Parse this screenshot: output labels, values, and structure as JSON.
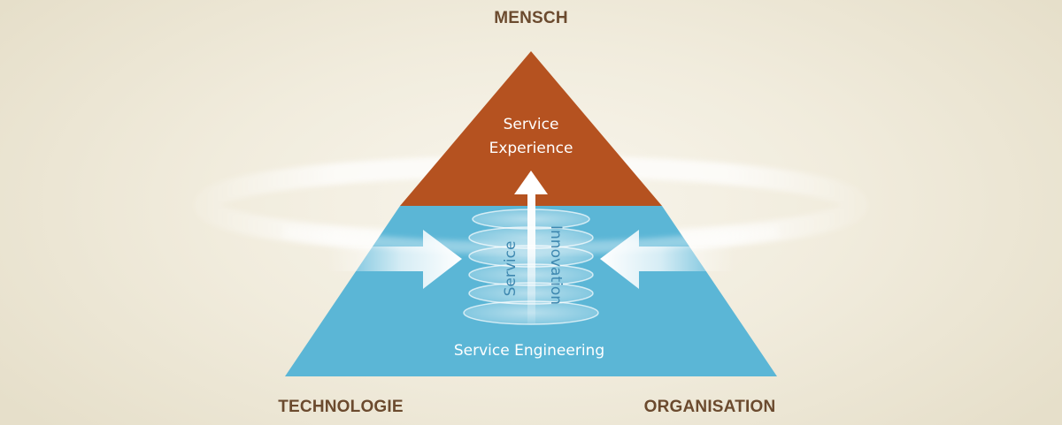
{
  "corners": {
    "top": "MENSCH",
    "left": "TECHNOLOGIE",
    "right": "ORGANISATION"
  },
  "pyramid": {
    "top_line1": "Service",
    "top_line2": "Experience",
    "base_label": "Service Engineering",
    "spiral_word1": "Service",
    "spiral_word2": "Innovation"
  },
  "colors": {
    "background": "#f1ecdd",
    "top_section": "#b55220",
    "bottom_section": "#5bb6d6",
    "corner_text": "#6b4a2e",
    "arrow": "#ffffff"
  },
  "icons": {
    "left_arrow": "arrow-right-icon",
    "right_arrow": "arrow-left-icon",
    "up_arrow": "arrow-up-icon"
  }
}
